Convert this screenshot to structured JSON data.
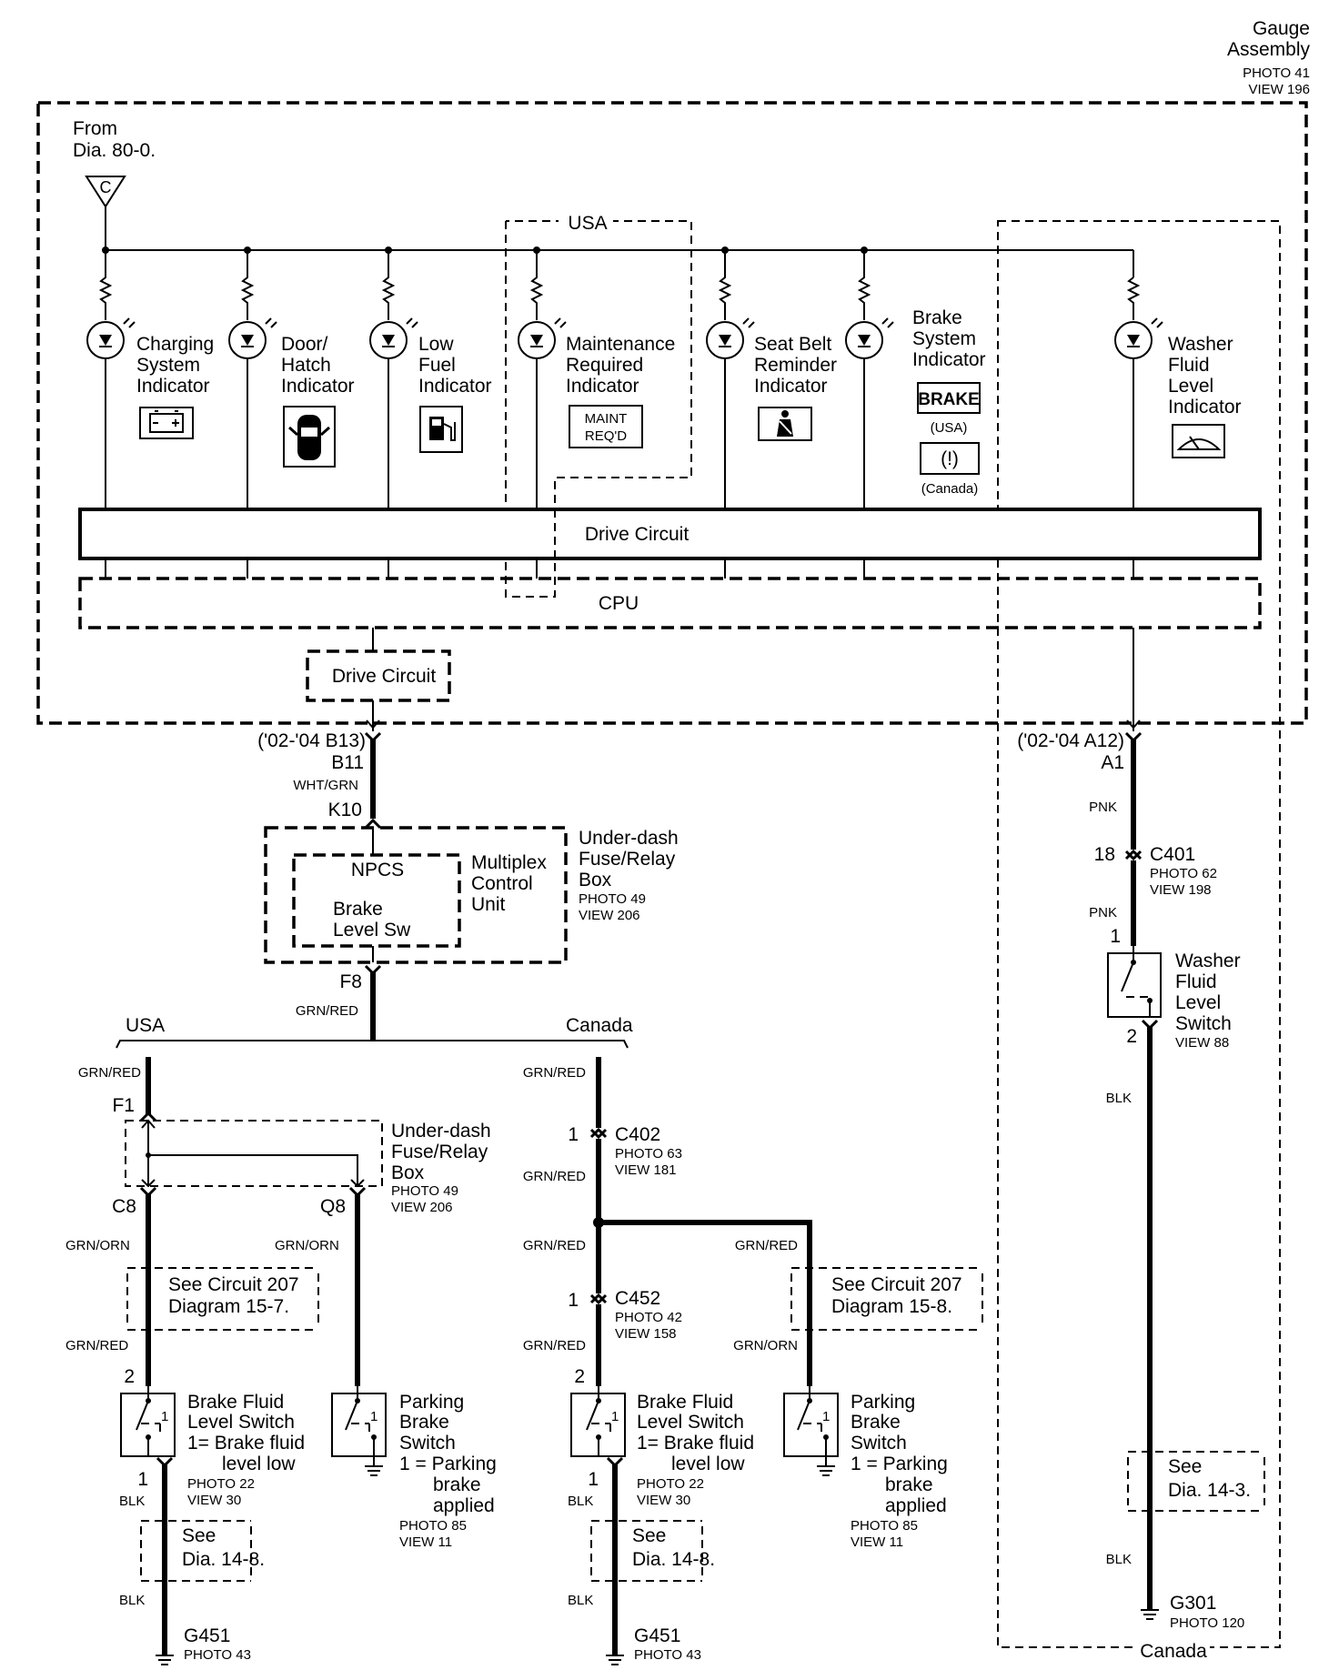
{
  "header": {
    "title_line1": "Gauge",
    "title_line2": "Assembly",
    "photo": "PHOTO 41",
    "view": "VIEW 196"
  },
  "source": {
    "line1": "From",
    "line2": "Dia. 80-0.",
    "connector_letter": "C"
  },
  "usa_group_label": "USA",
  "indicators": [
    {
      "lines": [
        "Charging",
        "System",
        "Indicator"
      ]
    },
    {
      "lines": [
        "Door/",
        "Hatch",
        "Indicator"
      ]
    },
    {
      "lines": [
        "Low",
        "Fuel",
        "Indicator"
      ]
    },
    {
      "lines": [
        "Maintenance",
        "Required",
        "Indicator"
      ],
      "badge": [
        "MAINT",
        "REQ'D"
      ]
    },
    {
      "lines": [
        "Seat Belt",
        "Reminder",
        "Indicator"
      ]
    },
    {
      "lines": [
        "Brake",
        "System",
        "Indicator"
      ],
      "badge_usa": "BRAKE",
      "usa_note": "(USA)",
      "badge_canada": "(!)",
      "canada_note": "(Canada)"
    },
    {
      "lines": [
        "Washer",
        "Fluid",
        "Level",
        "Indicator"
      ]
    }
  ],
  "drive_circuit_label": "Drive Circuit",
  "cpu_label": "CPU",
  "drive_circuit2_label": "Drive Circuit",
  "left_chain": {
    "term_note": "('02-'04 B13)",
    "term": "B11",
    "wire1": "WHT/GRN",
    "k10": "K10",
    "npcs": "NPCS",
    "brake_level_sw": [
      "Brake",
      "Level Sw"
    ],
    "mcu": [
      "Multiplex",
      "Control",
      "Unit"
    ],
    "fuse_box": [
      "Under-dash",
      "Fuse/Relay",
      "Box"
    ],
    "fuse_box_photo": "PHOTO 49",
    "fuse_box_view": "VIEW 206",
    "f8": "F8",
    "wire2": "GRN/RED",
    "usa": "USA",
    "canada": "Canada"
  },
  "usa_branch": {
    "wire_top": "GRN/RED",
    "f1": "F1",
    "fuse_box": [
      "Under-dash",
      "Fuse/Relay",
      "Box"
    ],
    "fuse_photo": "PHOTO 49",
    "fuse_view": "VIEW 206",
    "c8": "C8",
    "q8": "Q8",
    "wire_orn_left": "GRN/ORN",
    "wire_orn_right": "GRN/ORN",
    "see_circuit": [
      "See Circuit 207",
      "Diagram 15-7."
    ],
    "wire_red": "GRN/RED",
    "pin2": "2",
    "bfls": [
      "Brake Fluid",
      "Level Switch",
      "1=  Brake fluid",
      "level low"
    ],
    "bfls_photo": "PHOTO 22",
    "bfls_view": "VIEW 30",
    "pin1": "1",
    "blk1": "BLK",
    "see_dia": [
      "See",
      "Dia.  14-8."
    ],
    "blk2": "BLK",
    "ground": "G451",
    "ground_photo": "PHOTO 43",
    "pbs": [
      "Parking",
      "Brake",
      "Switch",
      "1 = Parking",
      "brake",
      "applied"
    ],
    "pbs_photo": "PHOTO 85",
    "pbs_view": "VIEW 11"
  },
  "canada_branch": {
    "wire_top": "GRN/RED",
    "c402_pin": "1",
    "c402": "C402",
    "c402_photo": "PHOTO 63",
    "c402_view": "VIEW 181",
    "wire_mid": "GRN/RED",
    "wire_right": "GRN/RED",
    "wire_left2": "GRN/RED",
    "c452_pin": "1",
    "c452": "C452",
    "c452_photo": "PHOTO 42",
    "c452_view": "VIEW 158",
    "wire_red3": "GRN/RED",
    "wire_orn": "GRN/ORN",
    "see_circuit": [
      "See Circuit 207",
      "Diagram 15-8."
    ],
    "pin2": "2",
    "bfls": [
      "Brake Fluid",
      "Level Switch",
      "1=  Brake fluid",
      "level low"
    ],
    "bfls_photo": "PHOTO 22",
    "bfls_view": "VIEW 30",
    "pin1": "1",
    "blk1": "BLK",
    "see_dia": [
      "See",
      "Dia.  14-8."
    ],
    "blk2": "BLK",
    "ground": "G451",
    "ground_photo": "PHOTO 43",
    "pbs": [
      "Parking",
      "Brake",
      "Switch",
      "1 = Parking",
      "brake",
      "applied"
    ],
    "pbs_photo": "PHOTO 85",
    "pbs_view": "VIEW 11"
  },
  "right_chain": {
    "term_note": "('02-'04 A12)",
    "term": "A1",
    "wire1": "PNK",
    "c401_pin": "18",
    "c401": "C401",
    "c401_photo": "PHOTO 62",
    "c401_view": "VIEW 198",
    "wire2": "PNK",
    "pin1": "1",
    "switch": [
      "Washer",
      "Fluid",
      "Level",
      "Switch"
    ],
    "switch_view": "VIEW 88",
    "pin2": "2",
    "blk1": "BLK",
    "see_dia": [
      "See",
      "Dia.  14-3."
    ],
    "blk2": "BLK",
    "ground": "G301",
    "ground_photo": "PHOTO 120",
    "canada": "Canada"
  }
}
